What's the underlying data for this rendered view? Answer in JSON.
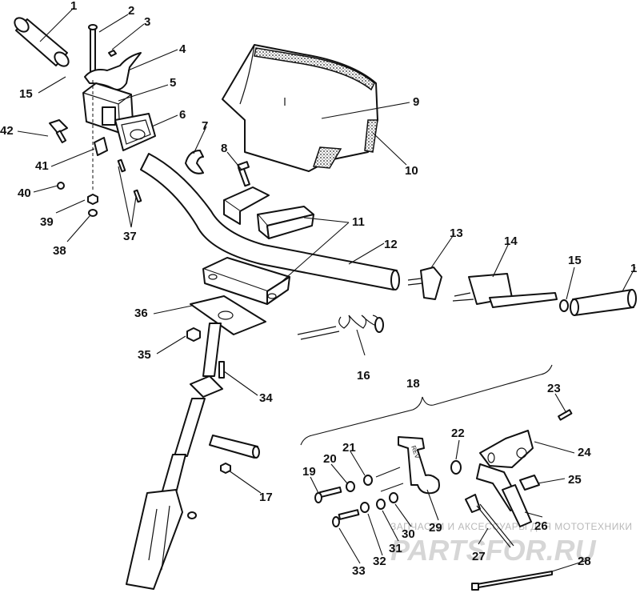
{
  "callouts": {
    "c1": "1",
    "c1b": "1",
    "c2": "2",
    "c3": "3",
    "c4": "4",
    "c5": "5",
    "c6": "6",
    "c7": "7",
    "c8": "8",
    "c9": "9",
    "c10": "10",
    "c11": "11",
    "c12": "12",
    "c13": "13",
    "c14": "14",
    "c15": "15",
    "c15b": "15",
    "c16": "16",
    "c17": "17",
    "c18": "18",
    "c19": "19",
    "c20": "20",
    "c21": "21",
    "c22": "22",
    "c23": "23",
    "c24": "24",
    "c25": "25",
    "c26": "26",
    "c27": "27",
    "c28": "28",
    "c29": "29",
    "c30": "30",
    "c31": "31",
    "c32": "32",
    "c33": "33",
    "c34": "34",
    "c35": "35",
    "c36": "36",
    "c37": "37",
    "c38": "38",
    "c39": "39",
    "c40": "40",
    "c41": "41",
    "c42": "42"
  },
  "reverse_lever_mark": "REV",
  "watermark": {
    "text": "ЗАПЧАСТИ И АКСЕССУАРЫ ДЛЯ МОТОТЕХНИКИ",
    "logo": "PARTSFOR.RU"
  }
}
